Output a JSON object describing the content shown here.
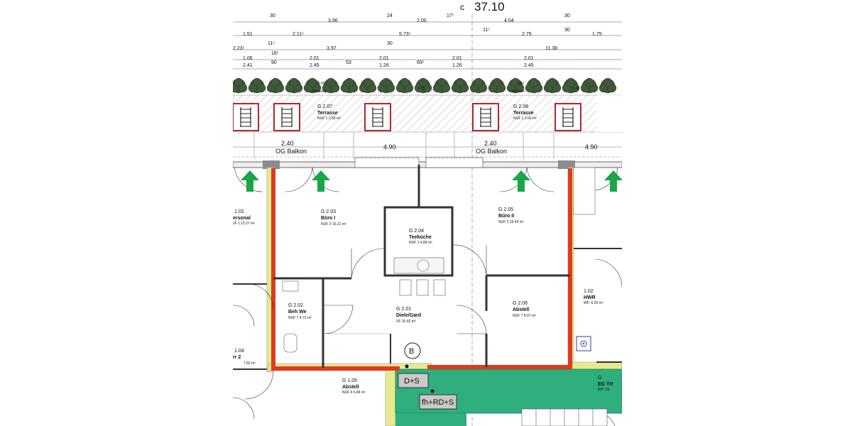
{
  "header": {
    "prefix": "c",
    "overall_dimension": "37.10"
  },
  "dimension_rows": [
    [
      "30",
      "3.96",
      "24",
      "2.00",
      "17⁵",
      "4.04",
      "30"
    ],
    [
      "1.51",
      "2.11⁵",
      "5.73⁵",
      "11⁵",
      "2.75",
      "30",
      "1.75"
    ],
    [
      "2.23⁵",
      "11⁵",
      "3.97",
      "30",
      "11.38"
    ],
    [
      "1.06",
      "18⁵",
      "2.01",
      "2.01",
      "2.01",
      "2.01"
    ],
    [
      "2.41",
      "90",
      "2.45",
      "53",
      "1.26",
      "69⁵",
      "1.26",
      "2.45"
    ]
  ],
  "terraces": [
    {
      "id": "G 2.07",
      "name": "Terrasse",
      "sub": "NUF 1   2.50 m²",
      "strip_label": "Terrasse",
      "strip_dim": "2.50"
    },
    {
      "id": "G 2.08",
      "name": "Terrasse",
      "sub": "NUF 1   2.50 m²",
      "strip_label": "Terrasse",
      "strip_dim": "2.50"
    }
  ],
  "terrace_mid_dim": "4.75",
  "terrace_right_dim": "1.45",
  "balcony": {
    "left_dim": "2.40",
    "left_label": "OG Balkon",
    "mid_dim": "4.90",
    "right_dim": "2.40",
    "right_label": "OG Balkon",
    "far_dim": "4.90"
  },
  "rooms": [
    {
      "id": "G 2.03",
      "name": "Büro I",
      "sub": "NUF 2   16.21 m²"
    },
    {
      "id": "G 2.04",
      "name": "Teeküche",
      "sub": "NUF 1   4.68 m²"
    },
    {
      "id": "G 2.05",
      "name": "Büro II",
      "sub": "NUF 2   16.43 m²"
    },
    {
      "id": "G 2.02",
      "name": "Beh We",
      "sub": "NUF 7   4.73 m²"
    },
    {
      "id": "G 2.01",
      "name": "Diele/Gard",
      "sub": "VF   16.92 m²"
    },
    {
      "id": "G 2.06",
      "name": "Abstell",
      "sub": "NUF 7   8.07 m²"
    },
    {
      "id": "G 1.05",
      "name": "Abstell",
      "sub": "NUF 4   6.84 m²"
    }
  ],
  "left_rooms": [
    {
      "id": "1.02",
      "name": "ersonal",
      "sub": "JF 1   13.27 m²"
    },
    {
      "id": "1.04",
      "name": "rr 2",
      "sub": "7.82 m²"
    }
  ],
  "right_rooms": [
    {
      "id": "1.02",
      "name": "HWR",
      "sub": "WF:   6.20 m²"
    },
    {
      "id": "G",
      "name": "EG TH",
      "sub": "WF:   19."
    }
  ],
  "symbols": {
    "b": "B",
    "ds": "D+S",
    "fhrds": "fh+RD+S"
  },
  "colors": {
    "fire_wall": "#e03a1e",
    "yellow_zone": "#e6ea8e",
    "green_zone": "#2fae7e",
    "arrow": "#19a646",
    "box_red": "#b0272d"
  }
}
